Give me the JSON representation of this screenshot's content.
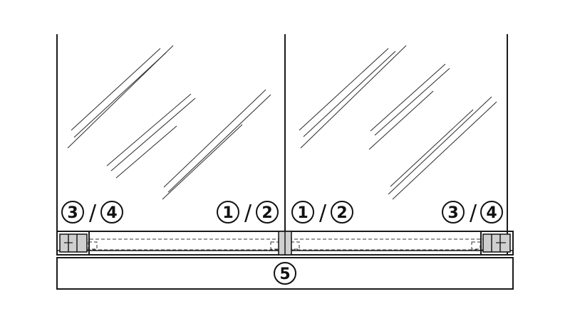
{
  "callouts": {
    "left_top": {
      "a": "3",
      "sep": "/",
      "b": "4"
    },
    "left_center": {
      "a": "1",
      "sep": "/",
      "b": "2"
    },
    "right_center": {
      "a": "1",
      "sep": "/",
      "b": "2"
    },
    "right_top": {
      "a": "3",
      "sep": "/",
      "b": "4"
    },
    "floor_guide": "5"
  },
  "colors": {
    "line": "#1a1a1a",
    "hardware_fill": "#cfcfcf",
    "background": "#ffffff"
  }
}
